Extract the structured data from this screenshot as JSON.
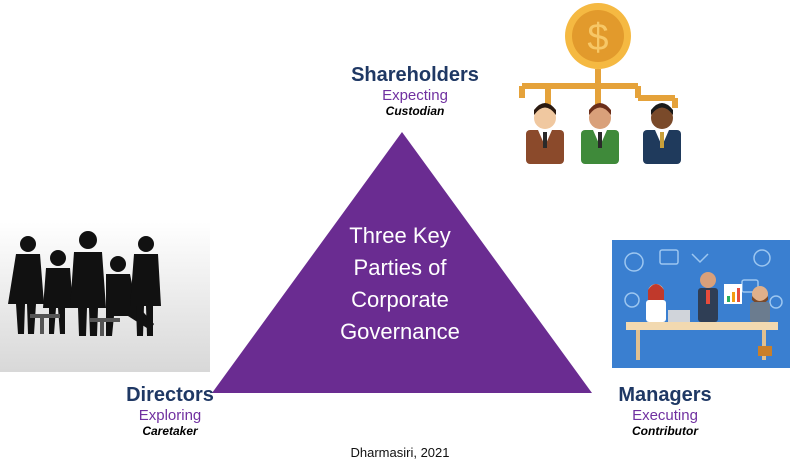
{
  "center": {
    "line1": "Three Key",
    "line2": "Parties of",
    "line3": "Corporate",
    "line4": "Governance"
  },
  "shareholders": {
    "name": "Shareholders",
    "verb": "Expecting",
    "role": "Custodian"
  },
  "directors": {
    "name": "Directors",
    "verb": "Exploring",
    "role": "Caretaker"
  },
  "managers": {
    "name": "Managers",
    "verb": "Executing",
    "role": "Contributor"
  },
  "citation": "Dharmasiri, 2021",
  "colors": {
    "triangle": "#6a2c91",
    "name": "#1f3864",
    "verb": "#7030a0",
    "coin": "#e8a33c",
    "org_lines": "#e5a23a"
  },
  "icons": [
    "dollar-coin-icon",
    "shareholder-person-icon",
    "directors-silhouette-image",
    "managers-office-illustration"
  ]
}
